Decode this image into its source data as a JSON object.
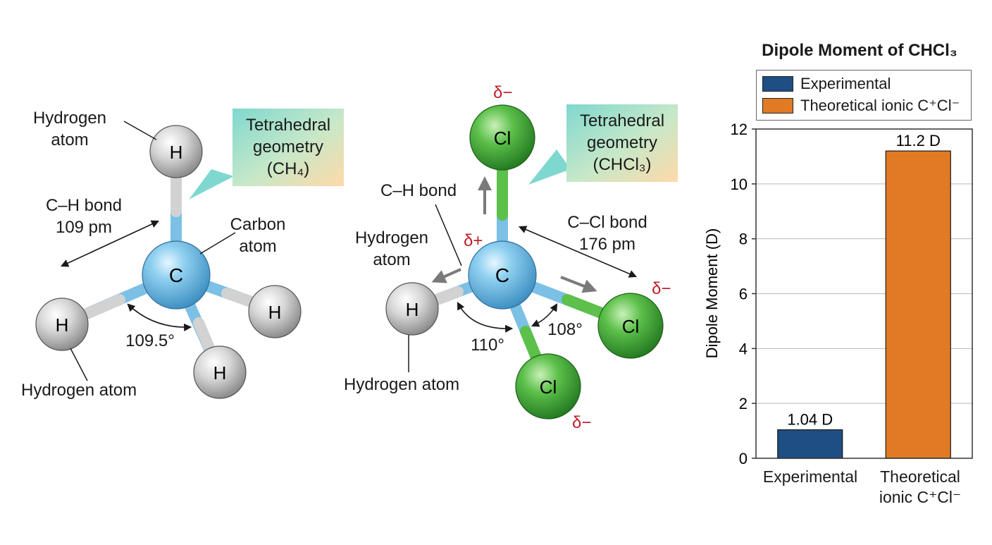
{
  "molecule_ch4": {
    "atom_c": "C",
    "atom_h": "H",
    "label_hydrogen_top": "Hydrogen\natom",
    "label_ch_bond": "C–H bond\n109 pm",
    "label_carbon": "Carbon\natom",
    "label_angle": "109.5°",
    "label_hydrogen_bottom": "Hydrogen atom",
    "callout": "Tetrahedral\ngeometry\n(CH₄)"
  },
  "molecule_chcl3": {
    "atom_c": "C",
    "atom_h": "H",
    "atom_cl": "Cl",
    "label_ch_bond": "C–H bond",
    "label_hydrogen_left": "Hydrogen\natom",
    "label_ccl_bond": "C–Cl bond\n176 pm",
    "label_hydrogen_bottom": "Hydrogen atom",
    "label_angle_110": "110°",
    "label_angle_108": "108°",
    "delta_minus": "δ−",
    "delta_plus": "δ+",
    "callout": "Tetrahedral\ngeometry\n(CHCl₃)"
  },
  "chart_data": {
    "type": "bar",
    "title": "Dipole Moment of CHCl₃",
    "categories": [
      "Experimental",
      "Theoretical\nionic C⁺Cl⁻"
    ],
    "values": [
      1.04,
      11.2
    ],
    "value_labels": [
      "1.04 D",
      "11.2 D"
    ],
    "legend": [
      "Experimental",
      "Theoretical ionic C⁺Cl⁻"
    ],
    "colors": [
      "#1f4e85",
      "#e07a24"
    ],
    "ylabel": "Dipole Moment (D)",
    "xlabel": "",
    "ylim": [
      0,
      12
    ],
    "yticks": [
      0,
      2,
      4,
      6,
      8,
      10,
      12
    ],
    "grid": true,
    "legend_position": "top"
  }
}
